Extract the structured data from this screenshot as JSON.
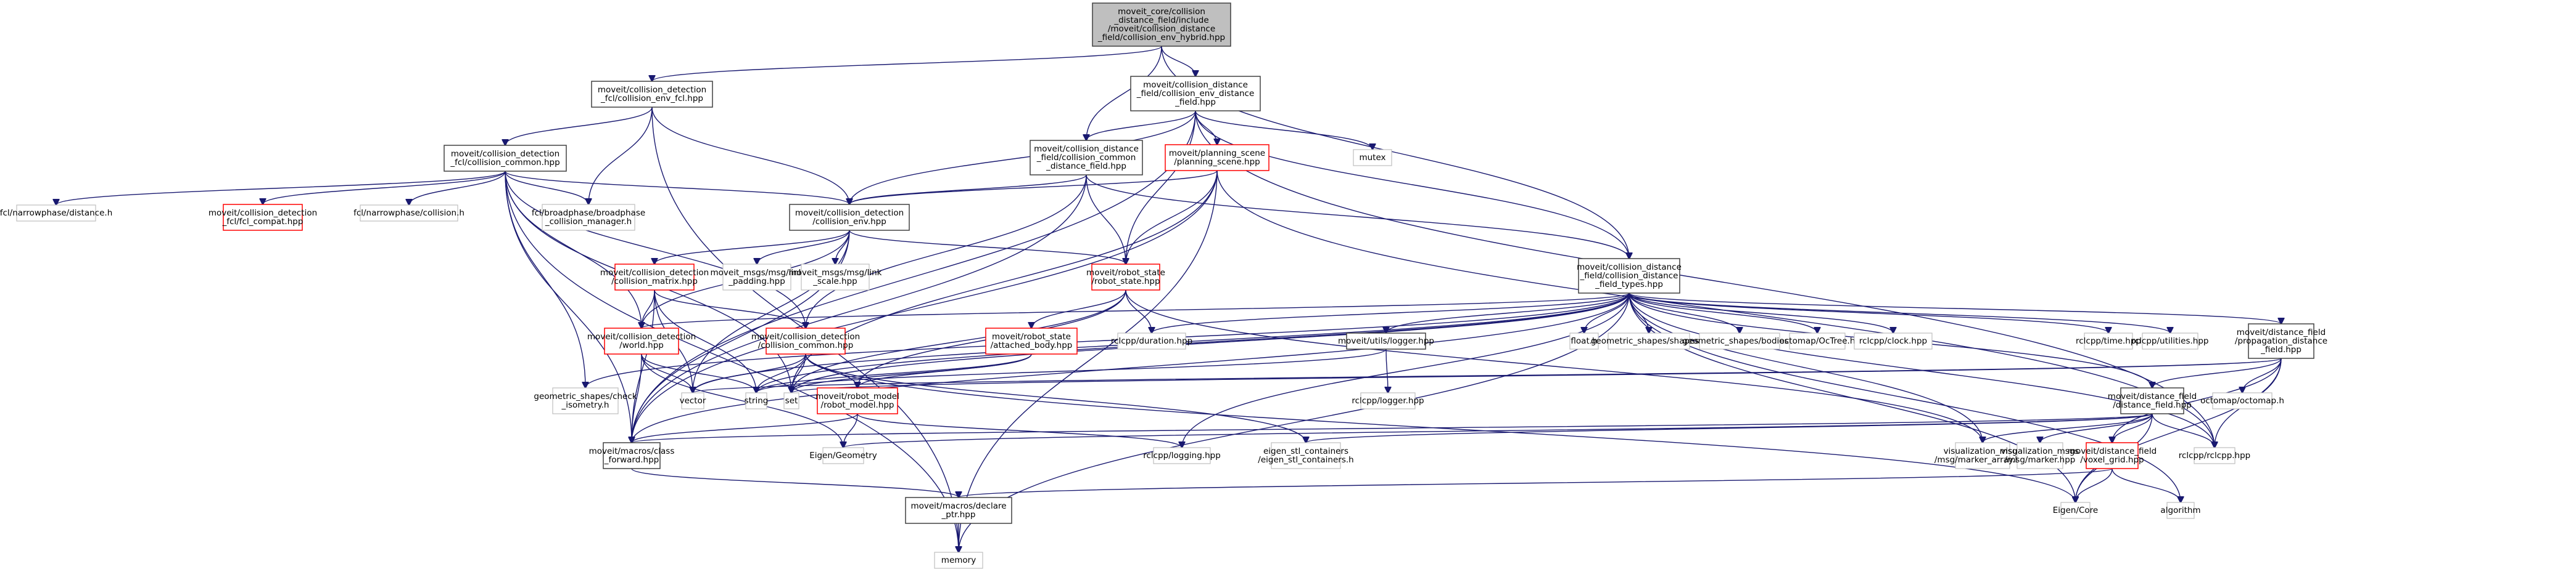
{
  "title": "Include dependency graph for collision_env_hybrid.hpp",
  "colors": {
    "edge": "#191970",
    "root_fill": "#bfbfbf",
    "root_border": "#404040",
    "documented_border": "#404040",
    "truncated_border": "#ff0000",
    "external_border": "#bfbfbf",
    "background": "#ffffff"
  },
  "nodes": [
    {
      "id": "root",
      "kind": "root",
      "lines": [
        "moveit_core/collision",
        "_distance_field/include",
        "/moveit/collision_distance",
        "_field/collision_env_hybrid.hpp"
      ]
    },
    {
      "id": "cd_fcl_env",
      "kind": "documented",
      "lines": [
        "moveit/collision_detection",
        "_fcl/collision_env_fcl.hpp"
      ]
    },
    {
      "id": "cdf_env_df",
      "kind": "documented",
      "lines": [
        "moveit/collision_distance",
        "_field/collision_env_distance",
        "_field.hpp"
      ]
    },
    {
      "id": "cd_fcl_common",
      "kind": "documented",
      "lines": [
        "moveit/collision_detection",
        "_fcl/collision_common.hpp"
      ]
    },
    {
      "id": "cdf_common_df",
      "kind": "documented",
      "lines": [
        "moveit/collision_distance",
        "_field/collision_common",
        "_distance_field.hpp"
      ]
    },
    {
      "id": "planning_scene",
      "kind": "truncated",
      "lines": [
        "moveit/planning_scene",
        "/planning_scene.hpp"
      ]
    },
    {
      "id": "mutex",
      "kind": "external",
      "lines": [
        "mutex"
      ]
    },
    {
      "id": "fcl_distance",
      "kind": "external",
      "lines": [
        "fcl/narrowphase/distance.h"
      ]
    },
    {
      "id": "fcl_compat",
      "kind": "truncated",
      "lines": [
        "moveit/collision_detection",
        "_fcl/fcl_compat.hpp"
      ]
    },
    {
      "id": "fcl_collision",
      "kind": "external",
      "lines": [
        "fcl/narrowphase/collision.h"
      ]
    },
    {
      "id": "fcl_broadphase",
      "kind": "external",
      "lines": [
        "fcl/broadphase/broadphase",
        "_collision_manager.h"
      ]
    },
    {
      "id": "cd_env",
      "kind": "documented",
      "lines": [
        "moveit/collision_detection",
        "/collision_env.hpp"
      ]
    },
    {
      "id": "cdf_types",
      "kind": "documented",
      "lines": [
        "moveit/collision_distance",
        "_field/collision_distance",
        "_field_types.hpp"
      ]
    },
    {
      "id": "cd_matrix",
      "kind": "truncated",
      "lines": [
        "moveit/collision_detection",
        "/collision_matrix.hpp"
      ]
    },
    {
      "id": "link_padding",
      "kind": "external",
      "lines": [
        "moveit_msgs/msg/link",
        "_padding.hpp"
      ]
    },
    {
      "id": "link_scale",
      "kind": "external",
      "lines": [
        "moveit_msgs/msg/link",
        "_scale.hpp"
      ]
    },
    {
      "id": "robot_state",
      "kind": "truncated",
      "lines": [
        "moveit/robot_state",
        "/robot_state.hpp"
      ]
    },
    {
      "id": "cd_world",
      "kind": "truncated",
      "lines": [
        "moveit/collision_detection",
        "/world.hpp"
      ]
    },
    {
      "id": "cd_common",
      "kind": "truncated",
      "lines": [
        "moveit/collision_detection",
        "/collision_common.hpp"
      ]
    },
    {
      "id": "attached_body",
      "kind": "truncated",
      "lines": [
        "moveit/robot_state",
        "/attached_body.hpp"
      ]
    },
    {
      "id": "rclcpp_duration",
      "kind": "external",
      "lines": [
        "rclcpp/duration.hpp"
      ]
    },
    {
      "id": "logger",
      "kind": "documented",
      "lines": [
        "moveit/utils/logger.hpp"
      ]
    },
    {
      "id": "float_h",
      "kind": "external",
      "lines": [
        "float.h"
      ]
    },
    {
      "id": "gs_shapes",
      "kind": "external",
      "lines": [
        "geometric_shapes/shapes.h"
      ]
    },
    {
      "id": "gs_bodies",
      "kind": "external",
      "lines": [
        "geometric_shapes/bodies.h"
      ]
    },
    {
      "id": "octree",
      "kind": "external",
      "lines": [
        "octomap/OcTree.h"
      ]
    },
    {
      "id": "rclcpp_clock",
      "kind": "external",
      "lines": [
        "rclcpp/clock.hpp"
      ]
    },
    {
      "id": "rclcpp_time",
      "kind": "external",
      "lines": [
        "rclcpp/time.hpp"
      ]
    },
    {
      "id": "rclcpp_utilities",
      "kind": "external",
      "lines": [
        "rclcpp/utilities.hpp"
      ]
    },
    {
      "id": "prop_df",
      "kind": "documented",
      "lines": [
        "moveit/distance_field",
        "/propagation_distance",
        "_field.hpp"
      ]
    },
    {
      "id": "gs_check_iso",
      "kind": "external",
      "lines": [
        "geometric_shapes/check",
        "_isometry.h"
      ]
    },
    {
      "id": "vector",
      "kind": "external",
      "lines": [
        "vector"
      ]
    },
    {
      "id": "string",
      "kind": "external",
      "lines": [
        "string"
      ]
    },
    {
      "id": "set",
      "kind": "external",
      "lines": [
        "set"
      ]
    },
    {
      "id": "robot_model",
      "kind": "truncated",
      "lines": [
        "moveit/robot_model",
        "/robot_model.hpp"
      ]
    },
    {
      "id": "rclcpp_logger",
      "kind": "external",
      "lines": [
        "rclcpp/logger.hpp"
      ]
    },
    {
      "id": "distance_field",
      "kind": "documented",
      "lines": [
        "moveit/distance_field",
        "/distance_field.hpp"
      ]
    },
    {
      "id": "octomap_h",
      "kind": "external",
      "lines": [
        "octomap/octomap.h"
      ]
    },
    {
      "id": "class_forward",
      "kind": "documented",
      "lines": [
        "moveit/macros/class",
        "_forward.hpp"
      ]
    },
    {
      "id": "eigen_geometry",
      "kind": "external",
      "lines": [
        "Eigen/Geometry"
      ]
    },
    {
      "id": "rclcpp_logging",
      "kind": "external",
      "lines": [
        "rclcpp/logging.hpp"
      ]
    },
    {
      "id": "eigen_stl",
      "kind": "external",
      "lines": [
        "eigen_stl_containers",
        "/eigen_stl_containers.h"
      ]
    },
    {
      "id": "marker_array",
      "kind": "external",
      "lines": [
        "visualization_msgs",
        "/msg/marker_array.hpp"
      ]
    },
    {
      "id": "marker",
      "kind": "external",
      "lines": [
        "visualization_msgs",
        "/msg/marker.hpp"
      ]
    },
    {
      "id": "voxel_grid",
      "kind": "truncated",
      "lines": [
        "moveit/distance_field",
        "/voxel_grid.hpp"
      ]
    },
    {
      "id": "rclcpp_rclcpp",
      "kind": "external",
      "lines": [
        "rclcpp/rclcpp.hpp"
      ]
    },
    {
      "id": "declare_ptr",
      "kind": "documented",
      "lines": [
        "moveit/macros/declare",
        "_ptr.hpp"
      ]
    },
    {
      "id": "eigen_core",
      "kind": "external",
      "lines": [
        "Eigen/Core"
      ]
    },
    {
      "id": "algorithm",
      "kind": "external",
      "lines": [
        "algorithm"
      ]
    },
    {
      "id": "memory",
      "kind": "external",
      "lines": [
        "memory"
      ]
    }
  ],
  "edges": [
    [
      "root",
      "cd_fcl_env"
    ],
    [
      "root",
      "cdf_env_df"
    ],
    [
      "root",
      "cdf_common_df"
    ],
    [
      "root",
      "cdf_types"
    ],
    [
      "cd_fcl_env",
      "cd_fcl_common"
    ],
    [
      "cd_fcl_env",
      "fcl_broadphase"
    ],
    [
      "cd_fcl_env",
      "cd_env"
    ],
    [
      "cd_fcl_env",
      "memory"
    ],
    [
      "cd_fcl_common",
      "fcl_distance"
    ],
    [
      "cd_fcl_common",
      "fcl_compat"
    ],
    [
      "cd_fcl_common",
      "fcl_collision"
    ],
    [
      "cd_fcl_common",
      "fcl_broadphase"
    ],
    [
      "cd_fcl_common",
      "cd_env"
    ],
    [
      "cd_fcl_common",
      "cd_world"
    ],
    [
      "cd_fcl_common",
      "cd_common"
    ],
    [
      "cd_fcl_common",
      "gs_check_iso"
    ],
    [
      "cd_fcl_common",
      "class_forward"
    ],
    [
      "cd_fcl_common",
      "set"
    ],
    [
      "cd_fcl_common",
      "memory"
    ],
    [
      "cdf_env_df",
      "cdf_common_df"
    ],
    [
      "cdf_env_df",
      "planning_scene"
    ],
    [
      "cdf_env_df",
      "mutex"
    ],
    [
      "cdf_env_df",
      "cd_env"
    ],
    [
      "cdf_env_df",
      "cdf_types"
    ],
    [
      "cdf_env_df",
      "robot_state"
    ],
    [
      "cdf_env_df",
      "class_forward"
    ],
    [
      "cdf_env_df",
      "rclcpp_rclcpp"
    ],
    [
      "cdf_common_df",
      "cd_env"
    ],
    [
      "cdf_common_df",
      "cdf_types"
    ],
    [
      "cdf_common_df",
      "robot_state"
    ],
    [
      "cdf_common_df",
      "cd_common"
    ],
    [
      "cdf_common_df",
      "class_forward"
    ],
    [
      "planning_scene",
      "cd_env"
    ],
    [
      "planning_scene",
      "robot_state"
    ],
    [
      "planning_scene",
      "set"
    ],
    [
      "planning_scene",
      "memory"
    ],
    [
      "planning_scene",
      "rclcpp_rclcpp"
    ],
    [
      "planning_scene",
      "class_forward"
    ],
    [
      "cd_env",
      "cd_matrix"
    ],
    [
      "cd_env",
      "link_padding"
    ],
    [
      "cd_env",
      "link_scale"
    ],
    [
      "cd_env",
      "robot_state"
    ],
    [
      "cd_env",
      "cd_world"
    ],
    [
      "cd_env",
      "class_forward"
    ],
    [
      "cd_env",
      "vector"
    ],
    [
      "cd_matrix",
      "cd_world"
    ],
    [
      "cd_matrix",
      "cd_common"
    ],
    [
      "cd_matrix",
      "vector"
    ],
    [
      "cd_matrix",
      "string"
    ],
    [
      "cd_matrix",
      "class_forward"
    ],
    [
      "robot_state",
      "attached_body"
    ],
    [
      "robot_state",
      "rclcpp_duration"
    ],
    [
      "robot_state",
      "robot_model"
    ],
    [
      "robot_state",
      "marker_array"
    ],
    [
      "robot_state",
      "set"
    ],
    [
      "cd_world",
      "class_forward"
    ],
    [
      "cd_world",
      "vector"
    ],
    [
      "cd_world",
      "string"
    ],
    [
      "cd_world",
      "eigen_geometry"
    ],
    [
      "cd_common",
      "vector"
    ],
    [
      "cd_common",
      "string"
    ],
    [
      "cd_common",
      "set"
    ],
    [
      "cd_common",
      "robot_model"
    ],
    [
      "cd_common",
      "eigen_stl"
    ],
    [
      "cd_common",
      "eigen_core"
    ],
    [
      "attached_body",
      "set"
    ],
    [
      "attached_body",
      "robot_model"
    ],
    [
      "attached_body",
      "string"
    ],
    [
      "robot_model",
      "class_forward"
    ],
    [
      "robot_model",
      "eigen_geometry"
    ],
    [
      "robot_model",
      "rclcpp_logging"
    ],
    [
      "cdf_types",
      "cd_world"
    ],
    [
      "cdf_types",
      "rclcpp_duration"
    ],
    [
      "cdf_types",
      "logger"
    ],
    [
      "cdf_types",
      "float_h"
    ],
    [
      "cdf_types",
      "gs_shapes"
    ],
    [
      "cdf_types",
      "gs_bodies"
    ],
    [
      "cdf_types",
      "octree"
    ],
    [
      "cdf_types",
      "rclcpp_clock"
    ],
    [
      "cdf_types",
      "rclcpp_time"
    ],
    [
      "cdf_types",
      "rclcpp_utilities"
    ],
    [
      "cdf_types",
      "prop_df"
    ],
    [
      "cdf_types",
      "gs_check_iso"
    ],
    [
      "cdf_types",
      "vector"
    ],
    [
      "cdf_types",
      "string"
    ],
    [
      "cdf_types",
      "set"
    ],
    [
      "cdf_types",
      "class_forward"
    ],
    [
      "cdf_types",
      "rclcpp_logging"
    ],
    [
      "cdf_types",
      "marker_array"
    ],
    [
      "cdf_types",
      "distance_field"
    ],
    [
      "cdf_types",
      "rclcpp_rclcpp"
    ],
    [
      "cdf_types",
      "memory"
    ],
    [
      "cdf_types",
      "algorithm"
    ],
    [
      "cdf_types",
      "eigen_core"
    ],
    [
      "logger",
      "rclcpp_logger"
    ],
    [
      "logger",
      "string"
    ],
    [
      "prop_df",
      "distance_field"
    ],
    [
      "prop_df",
      "octomap_h"
    ],
    [
      "prop_df",
      "voxel_grid"
    ],
    [
      "prop_df",
      "rclcpp_rclcpp"
    ],
    [
      "prop_df",
      "eigen_core"
    ],
    [
      "prop_df",
      "vector"
    ],
    [
      "prop_df",
      "set"
    ],
    [
      "distance_field",
      "class_forward"
    ],
    [
      "distance_field",
      "eigen_geometry"
    ],
    [
      "distance_field",
      "marker_array"
    ],
    [
      "distance_field",
      "marker"
    ],
    [
      "distance_field",
      "voxel_grid"
    ],
    [
      "distance_field",
      "eigen_core"
    ],
    [
      "distance_field",
      "rclcpp_rclcpp"
    ],
    [
      "distance_field",
      "eigen_stl"
    ],
    [
      "voxel_grid",
      "declare_ptr"
    ],
    [
      "voxel_grid",
      "eigen_core"
    ],
    [
      "voxel_grid",
      "algorithm"
    ],
    [
      "class_forward",
      "declare_ptr"
    ],
    [
      "declare_ptr",
      "memory"
    ]
  ]
}
